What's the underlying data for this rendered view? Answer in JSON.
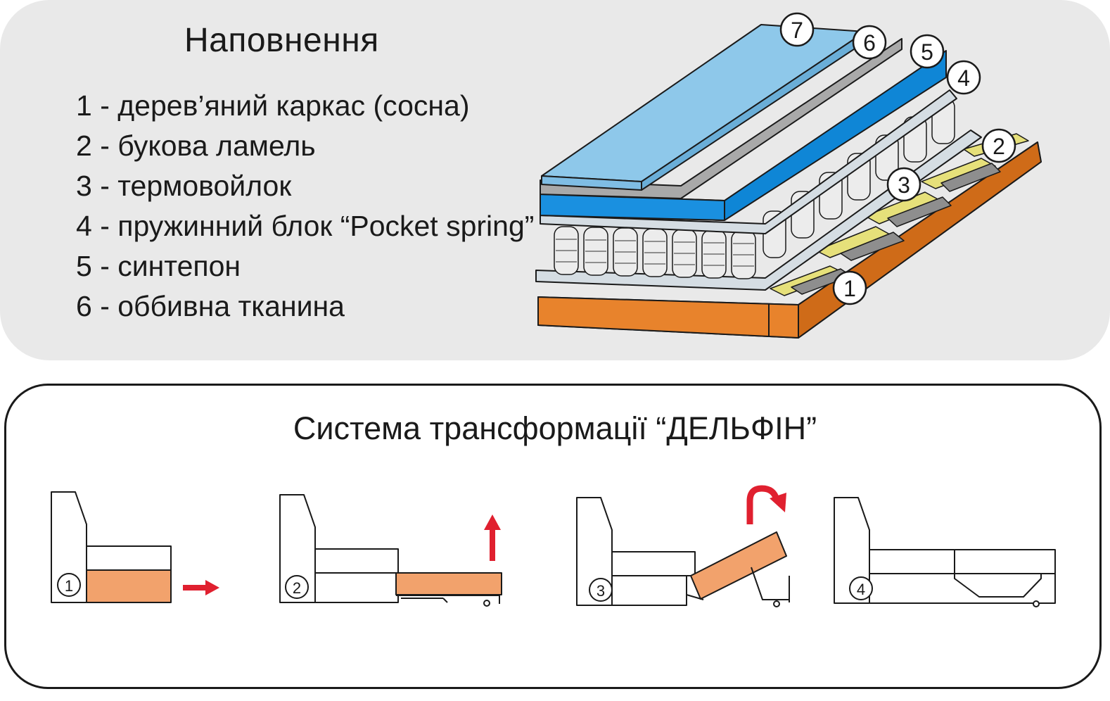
{
  "filling": {
    "title": "Наповнення",
    "legend": [
      "1 - дерев’яний каркас (сосна)",
      "2 - букова ламель",
      "3 - термовойлок",
      "4 - пружинний блок “Pocket spring”",
      "5 - синтепон",
      "6 - оббивна тканина"
    ],
    "callouts": [
      "1",
      "2",
      "3",
      "4",
      "5",
      "6",
      "7"
    ],
    "colors": {
      "frame": "#e67e22",
      "slat": "#e6e07a",
      "felt": "#d5dde3",
      "spring": "#ececec",
      "padding": "#0f86d6",
      "fabric": "#a9a9a9",
      "top_layer": "#8ec8ea"
    }
  },
  "transformation": {
    "title": "Система трансформації “ДЕЛЬФІН”",
    "steps": [
      "1",
      "2",
      "3",
      "4"
    ],
    "colors": {
      "block": "#f2a26c",
      "arrow": "#e0202f"
    }
  }
}
